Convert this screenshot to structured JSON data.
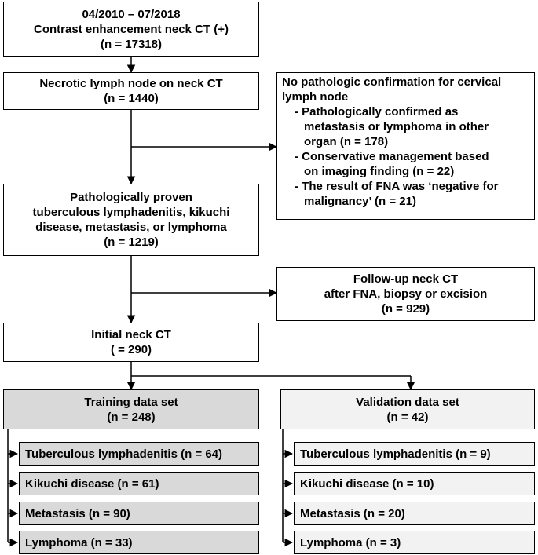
{
  "boxes": {
    "start": {
      "lines": [
        "04/2010 – 07/2018",
        "Contrast enhancement neck CT (+)",
        "(n = 17318)"
      ]
    },
    "necrotic": {
      "lines": [
        "Necrotic lymph node on neck CT",
        "(n = 1440)"
      ]
    },
    "excluded1": {
      "title": [
        "No pathologic confirmation for cervical",
        "lymph node"
      ],
      "bullets": [
        [
          "- Pathologically confirmed as",
          "metastasis or lymphoma in other",
          "organ (n = 178)"
        ],
        [
          "- Conservative management based",
          "on imaging finding (n = 22)"
        ],
        [
          "- The result of FNA was ‘negative for",
          "malignancy’ (n = 21)"
        ]
      ]
    },
    "proven": {
      "lines": [
        "Pathologically proven",
        "tuberculous lymphadenitis, kikuchi",
        "disease, metastasis, or lymphoma",
        "(n = 1219)"
      ]
    },
    "followup": {
      "lines": [
        "Follow-up neck CT",
        "after FNA, biopsy or excision",
        "(n = 929)"
      ]
    },
    "initial": {
      "lines": [
        "Initial neck CT",
        "( = 290)"
      ]
    },
    "training": {
      "lines": [
        "Training data set",
        "(n = 248)"
      ]
    },
    "validation": {
      "lines": [
        "Validation data set",
        "(n = 42)"
      ]
    }
  },
  "training_items": [
    "Tuberculous lymphadenitis (n = 64)",
    "Kikuchi disease (n = 61)",
    "Metastasis (n = 90)",
    "Lymphoma (n = 33)"
  ],
  "validation_items": [
    "Tuberculous lymphadenitis (n = 9)",
    "Kikuchi disease (n = 10)",
    "Metastasis (n = 20)",
    "Lymphoma (n = 3)"
  ],
  "colors": {
    "training_fill": "#d9d9d9",
    "validation_fill": "#f2f2f2",
    "stroke": "#000000"
  }
}
